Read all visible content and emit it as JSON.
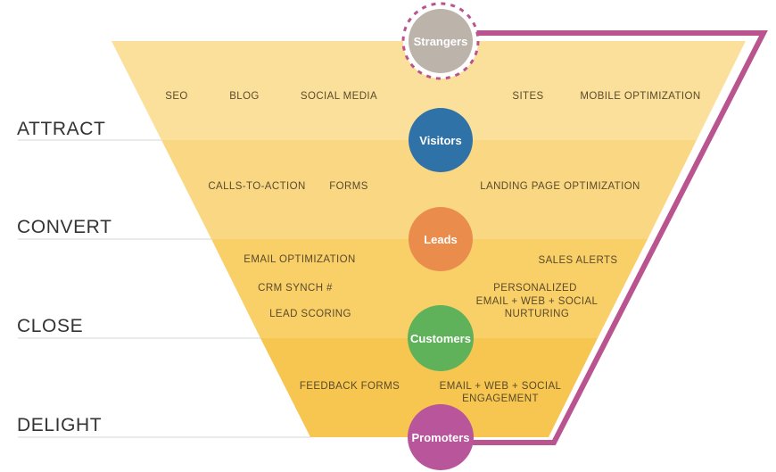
{
  "stages": [
    {
      "label": "ATTRACT"
    },
    {
      "label": "CONVERT"
    },
    {
      "label": "CLOSE"
    },
    {
      "label": "DELIGHT"
    }
  ],
  "circles": [
    {
      "label": "Strangers",
      "color": "#bcb3ab"
    },
    {
      "label": "Visitors",
      "color": "#2f72a8"
    },
    {
      "label": "Leads",
      "color": "#ea8c4c"
    },
    {
      "label": "Customers",
      "color": "#5fb25a"
    },
    {
      "label": "Promoters",
      "color": "#b9559b"
    }
  ],
  "bands": {
    "attract": [
      "SEO",
      "BLOG",
      "SOCIAL MEDIA",
      "SITES",
      "MOBILE OPTIMIZATION"
    ],
    "convert": [
      "CALLS-TO-ACTION",
      "FORMS",
      "LANDING PAGE OPTIMIZATION"
    ],
    "close": [
      "EMAIL OPTIMIZATION",
      "SALES ALERTS",
      "CRM SYNCH #",
      "PERSONALIZED",
      "EMAIL + WEB + SOCIAL",
      "NURTURING",
      "LEAD SCORING"
    ],
    "delight": [
      "FEEDBACK FORMS",
      "EMAIL + WEB + SOCIAL",
      "ENGAGEMENT"
    ]
  },
  "colors": {
    "band1": "#fbe09c",
    "band2": "#fad883",
    "band3": "#f9cf68",
    "band4": "#f6c650",
    "loop": "#b9548f"
  }
}
